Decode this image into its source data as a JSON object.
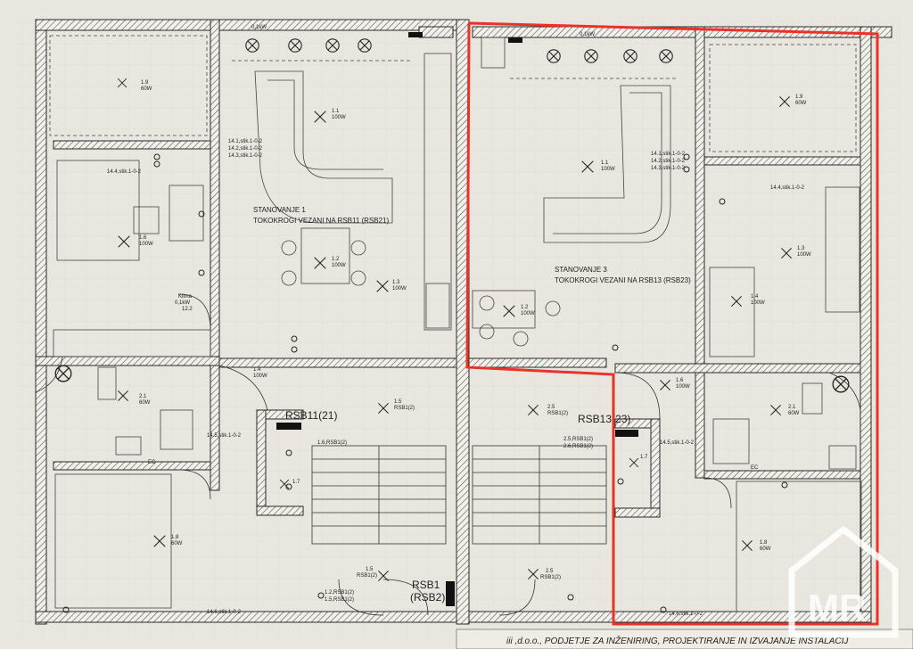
{
  "units": {
    "left": {
      "title": "STANOVANJE 1",
      "subtitle": "TOKOKROGI VEZANI NA RSB11 (RSB21)"
    },
    "right": {
      "title": "STANOVANJE 3",
      "subtitle": "TOKOKROGI VEZANI NA RSB13 (RSB23)"
    }
  },
  "panels": {
    "rsb11": "RSB11(21)",
    "rsb13": "RSB13(23)",
    "rsb1_line1": "RSB1",
    "rsb1_line2": "(RSB2)"
  },
  "fixture_labels": {
    "l_19": "1.9",
    "l_19w": "60W",
    "l_11": "1.1",
    "l_11w": "100W",
    "l_16": "1.6",
    "l_16w": "100W",
    "l_12": "1.2",
    "l_12w": "100W",
    "l_13": "1.3",
    "l_13w": "100W",
    "l_14": "1.4",
    "l_14w": "100W",
    "l_21": "2.1",
    "l_21w": "60W",
    "l_15": "1.5",
    "l_15w": "RSB1(2)",
    "l_18": "1.8",
    "l_18w": "60W",
    "l_17": "1.7",
    "r_25": "2.5",
    "r_25w": "RSB1(2)",
    "r_11": "1.1",
    "r_11w": "100W",
    "r_19": "1.9",
    "r_19w": "60W",
    "r_13": "1.3",
    "r_13w": "100W",
    "r_14": "1.4",
    "r_14w": "100W",
    "r_12": "1.2",
    "r_12w": "100W",
    "r_16": "1.6",
    "r_16w": "100W",
    "r_21": "2.1",
    "r_21w": "60W",
    "r_17": "1.7",
    "r_18": "1.8",
    "r_18w": "60W",
    "c_15": "1.5",
    "c_15w": "RSB1(2)",
    "c_25": "2.5",
    "c_25w": "RSB1(2)"
  },
  "circuit_labels": {
    "l_stik1": "14.1,stik.1-0-2",
    "l_stik2": "14.2,stik.1-0-2",
    "l_stik3": "14.3,stik.1-0-2",
    "l_stik4": "14.4,stik.1-0-2",
    "l_stik5": "14.5,stik.1-0-2",
    "l_stik6": "14.6,stik.1-0-2",
    "r_stik1": "14.1,stik.1-0-2",
    "r_stik2": "14.2,stik.1-0-2",
    "r_stik3": "14.3,stik.1-0-2",
    "r_stik4": "14.4,stik.1-0-2",
    "r_stik5": "14.5,stik.1-0-2",
    "r_stik6": "14.6,stik.1-0-2",
    "klima_l": "Klima",
    "klima_l_p": "0,1kW",
    "klima_l_c": "12.2",
    "klima_top_l": "0,1kW",
    "klima_top_r": "0,1kW",
    "c_rsb_a": "1.2,RSB1(2)",
    "c_rsb_b": "1.5,RSB1(2)",
    "c_rsb_c": "1.6,RSB1(2)",
    "c_rsb_d": "2.5,RSB1(2)",
    "c_rsb_e": "2.6,RSB1(2)",
    "ec_l": "EC",
    "ec_r": "EC"
  },
  "title_block": "iii ,d.o.o., PODJETJE ZA INŽENIRING, PROJEKTIRANJE IN IZVAJANJE INSTALACIJ",
  "watermark": "MR",
  "colors": {
    "paper": "#e9e6df",
    "wall": "#2a2a2a",
    "highlight": "#e8322a",
    "watermark": "#ffffff"
  }
}
